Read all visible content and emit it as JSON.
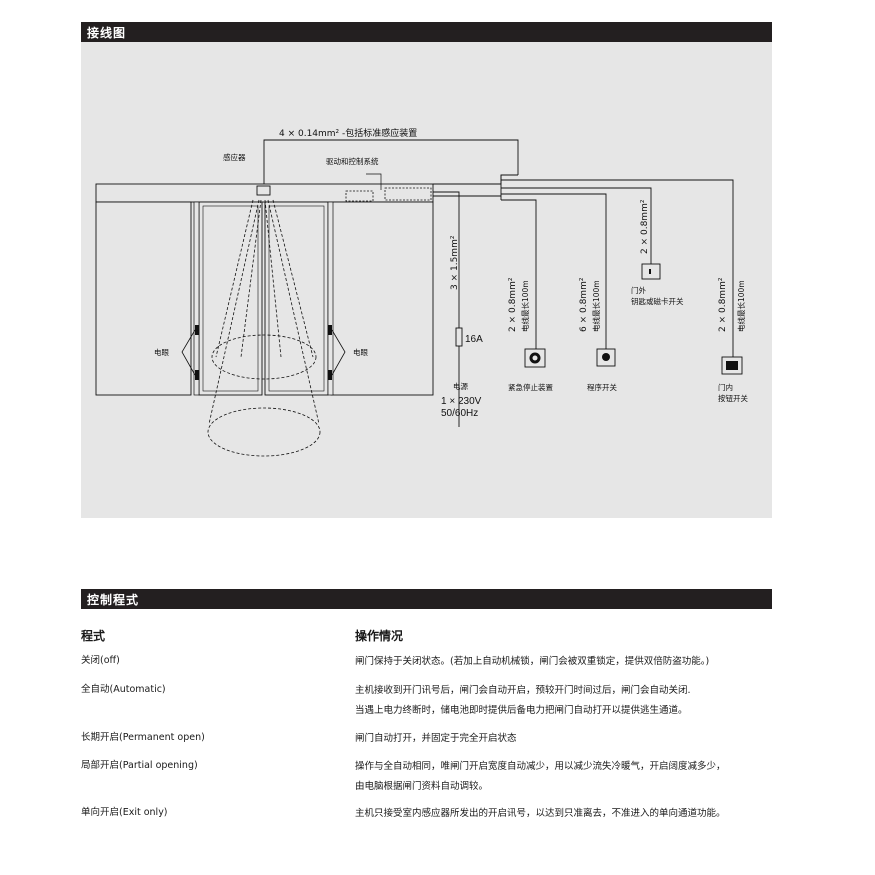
{
  "sections": {
    "wiring_title": "接线图",
    "control_title": "控制程式"
  },
  "diagram": {
    "top_cable": "4 × 0.14mm² -包括标准感应装置",
    "sensor": "感应器",
    "drive_system": "驱动和控制系统",
    "photo_eye_left": "电眼",
    "photo_eye_right": "电眼",
    "power_cable": "3 × 1.5mm²",
    "fuse": "16A",
    "power_label": "电源",
    "power_spec_1": "1 × 230V",
    "power_spec_2": "50/60Hz",
    "emergency_cable": "2 × 0.8mm²",
    "emergency_len": "电线最长100m",
    "emergency_label": "紧急停止装置",
    "program_cable": "6 × 0.8mm²",
    "program_len": "电线最长100m",
    "program_label": "程序开关",
    "key_cable": "2 × 0.8mm²",
    "key_label_1": "门外",
    "key_label_2": "钥匙或磁卡开关",
    "inner_cable": "2 × 0.8mm²",
    "inner_len": "电线最长100m",
    "inner_label_1": "门内",
    "inner_label_2": "按钮开关"
  },
  "control": {
    "col_program": "程式",
    "col_operation": "操作情况",
    "rows": [
      {
        "program": "关闭(off)",
        "lines": [
          "闸门保持于关闭状态。(若加上自动机械锁，闸门会被双重锁定，提供双倍防盗功能。)"
        ]
      },
      {
        "program": "全自动(Automatic)",
        "lines": [
          "主机接收到开门讯号后，闸门会自动开启，预较开门时间过后，闸门会自动关闭.",
          "当遇上电力终断时，储电池即时提供后备电力把闸门自动打开以提供逃生通道。"
        ]
      },
      {
        "program": "长期开启(Permanent open)",
        "lines": [
          "闸门自动打开，并固定于完全开启状态"
        ]
      },
      {
        "program": "局部开启(Partial opening)",
        "lines": [
          "操作与全自动相同，唯闸门开启宽度自动减少，用以减少流失冷暖气，开启阔度减多少，",
          "由电脑根据闸门资料自动调较。"
        ]
      },
      {
        "program": "单向开启(Exit only)",
        "lines": [
          "主机只接受室内感应器所发出的开启讯号，以达到只准离去，不准进入的单向通道功能。"
        ]
      }
    ]
  }
}
